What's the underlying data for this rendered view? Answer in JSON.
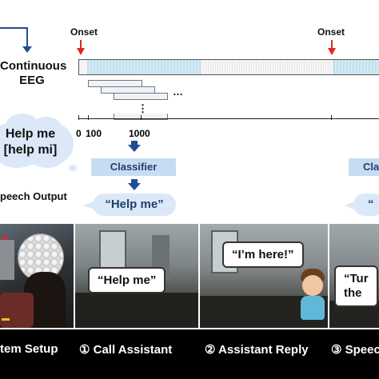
{
  "left_panel": {
    "eeg_label_line1": "Continuous",
    "eeg_label_line2": "EEG",
    "cloud_line1": "Help me",
    "cloud_line2": "[help mi]",
    "speech_output": "peech Output"
  },
  "timeline": {
    "onset_1": "Onset",
    "onset_2": "Onset",
    "ellipsis_h": "…",
    "ellipsis_v": "⋮",
    "tick_0": "0",
    "tick_100": "100",
    "tick_1000": "1000"
  },
  "pipeline": {
    "classifier_1": "Classifier",
    "classifier_2": "Cla",
    "output_1": "“Help me”",
    "output_2": "“"
  },
  "scenes": {
    "help_me": "“Help me”",
    "im_here": "“I’m here!”",
    "turn_line1": "“Tur",
    "turn_line2": "the"
  },
  "steps": [
    {
      "label": "tem Setup"
    },
    {
      "label": "① Call Assistant"
    },
    {
      "label": "② Assistant Reply"
    },
    {
      "label": "③ Speec"
    }
  ],
  "colors": {
    "onset_arrow": "#e32626",
    "flow_arrow": "#1f4e96",
    "eeg_highlight": "#bfe0ee",
    "step_bar": "#000000"
  }
}
